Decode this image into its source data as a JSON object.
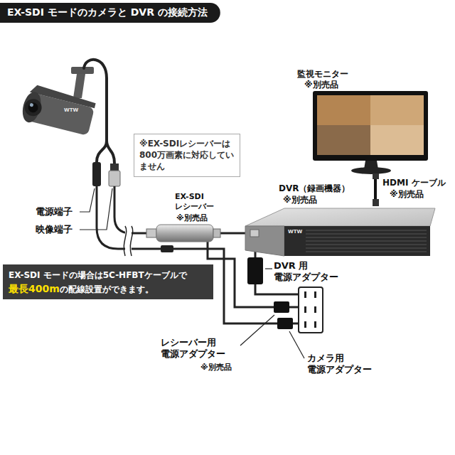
{
  "diagram": {
    "title": "EX-SDI モードのカメラと DVR の接続方法",
    "nodes": [
      {
        "text": [
          "※EX-SDIレシーバーは800万画素に対応していません"
        ]
      },
      {
        "text": [
          "EX-SDI モードの場合は5C-HFBTケーブルで",
          "最長400m",
          "の配線設置ができます。"
        ]
      }
    ],
    "labels": [
      "監視モニター",
      "※別売品",
      "HDMI ケーブル",
      "※別売品",
      "DVR（録画機器）",
      "※別売品",
      "EX-SDI レシーバー",
      "※別売品",
      "電源端子",
      "映像端子",
      "DVR 用 電源アダプター",
      "レシーバー用 電源アダプター",
      "※別売品",
      "カメラ用 電源アダプター",
      "WTW",
      "WTW"
    ]
  }
}
